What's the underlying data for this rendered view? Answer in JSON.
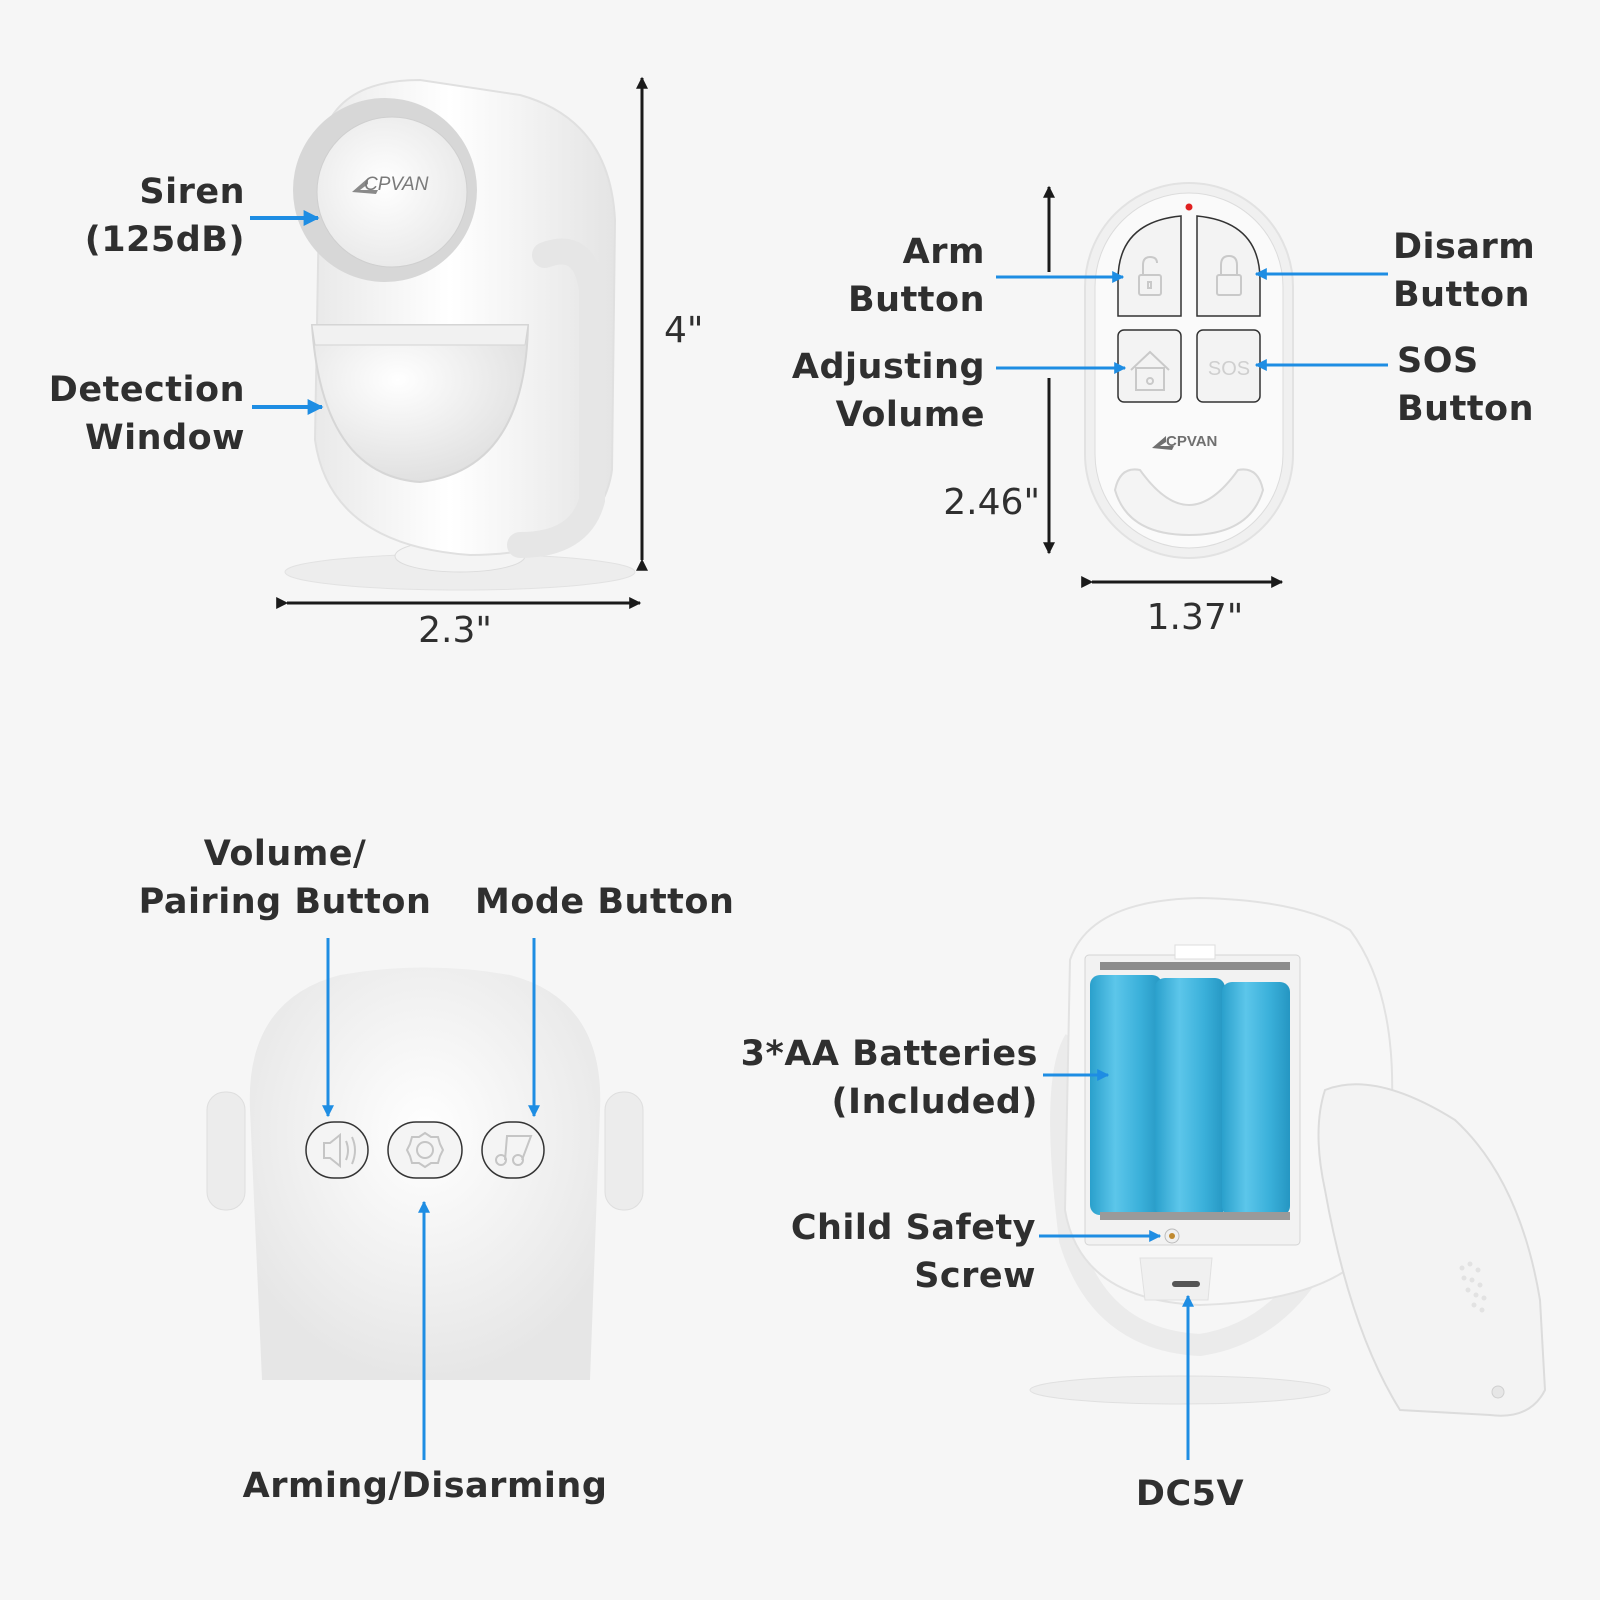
{
  "colors": {
    "background": "#f6f6f6",
    "callout_blue": "#1e8de3",
    "dimension_black": "#1a1a1a",
    "label_text": "#2f2f2f",
    "battery_blue": "#3fb4dc",
    "led_red": "#e02020"
  },
  "brand": {
    "logo_text": "CPVAN"
  },
  "panels": {
    "siren_unit": {
      "labels": {
        "siren_line1": "Siren",
        "siren_line2": "(125dB)",
        "detection_line1": "Detection",
        "detection_line2": "Window"
      },
      "dimensions": {
        "height": "4\"",
        "width": "2.3\""
      }
    },
    "remote": {
      "labels": {
        "arm_line1": "Arm",
        "arm_line2": "Button",
        "disarm_line1": "Disarm",
        "disarm_line2": "Button",
        "volume_line1": "Adjusting",
        "volume_line2": "Volume",
        "sos_line1": "SOS",
        "sos_line2": "Button"
      },
      "buttons": [
        {
          "name": "arm",
          "icon": "unlock-icon"
        },
        {
          "name": "disarm",
          "icon": "lock-icon"
        },
        {
          "name": "home",
          "icon": "home-icon"
        },
        {
          "name": "sos",
          "icon": "sos-text",
          "text": "SOS"
        }
      ],
      "dimensions": {
        "height": "2.46\"",
        "width": "1.37\""
      }
    },
    "top_view": {
      "labels": {
        "volume_pairing_line1": "Volume/",
        "volume_pairing_line2": "Pairing Button",
        "mode": "Mode Button",
        "arming": "Arming/Disarming"
      },
      "buttons": [
        {
          "name": "volume-pairing",
          "icon": "speaker-icon"
        },
        {
          "name": "arming-disarming",
          "icon": "gear-icon"
        },
        {
          "name": "mode",
          "icon": "music-note-icon"
        }
      ]
    },
    "back_view": {
      "labels": {
        "batteries_line1": "3*AA Batteries",
        "batteries_line2": "(Included)",
        "screw_line1": "Child Safety",
        "screw_line2": "Screw",
        "dc": "DC5V"
      }
    }
  }
}
